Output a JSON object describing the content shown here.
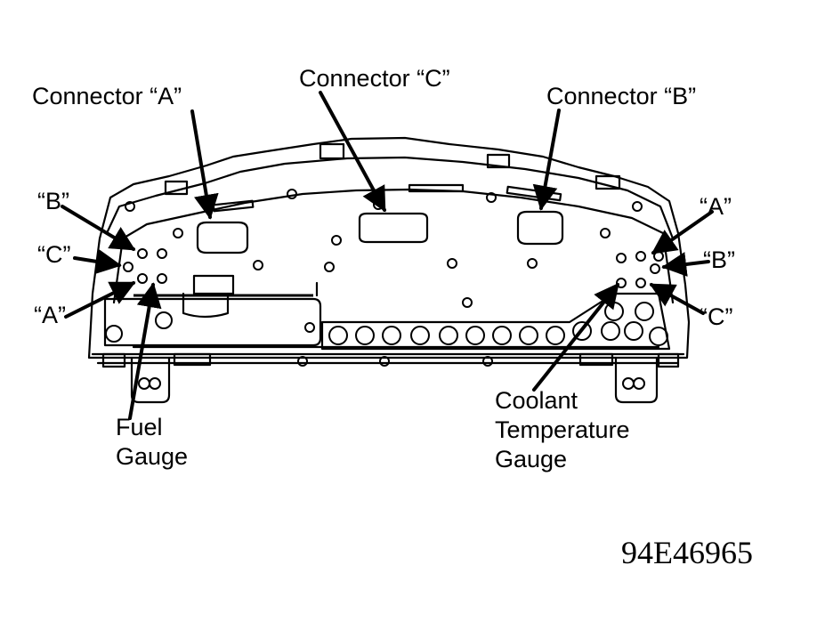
{
  "labels": {
    "connector_a": "Connector “A”",
    "connector_c": "Connector “C”",
    "connector_b": "Connector “B”",
    "left_b": "“B”",
    "left_c": "“C”",
    "left_a": "“A”",
    "right_a": "“A”",
    "right_b": "“B”",
    "right_c": "“C”",
    "fuel_gauge": "Fuel\nGauge",
    "coolant_gauge": "Coolant\nTemperature\nGauge"
  },
  "figure_id": "94E46965",
  "colors": {
    "ink": "#000000",
    "paper": "#ffffff"
  }
}
